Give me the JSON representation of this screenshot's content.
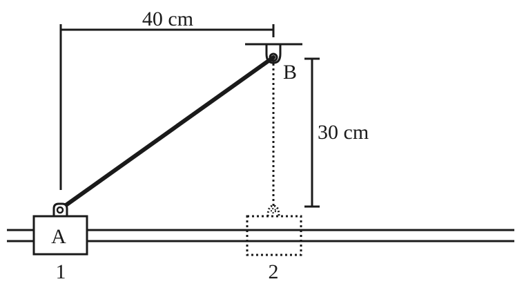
{
  "diagram": {
    "type": "mechanics-linkage",
    "description": "Rod pinned at fixed support B and slider A on horizontal rails; A moves from position 1 to position 2 directly below B",
    "colors": {
      "ink": "#1a1a1a",
      "background": "#ffffff"
    },
    "dimensions": {
      "horizontal": {
        "label": "40 cm"
      },
      "vertical": {
        "label": "30 cm"
      }
    },
    "points": {
      "support": {
        "label": "B"
      },
      "slider": {
        "label": "A"
      }
    },
    "positions": {
      "initial": {
        "label": "1",
        "style": "solid"
      },
      "final": {
        "label": "2",
        "style": "dotted"
      }
    },
    "elements": [
      "horizontal-rails",
      "slider-block-A",
      "rod-AB",
      "fixed-support-B",
      "dotted-rod-position-2",
      "dotted-block-position-2",
      "dimension-line-horizontal",
      "dimension-line-vertical"
    ]
  }
}
